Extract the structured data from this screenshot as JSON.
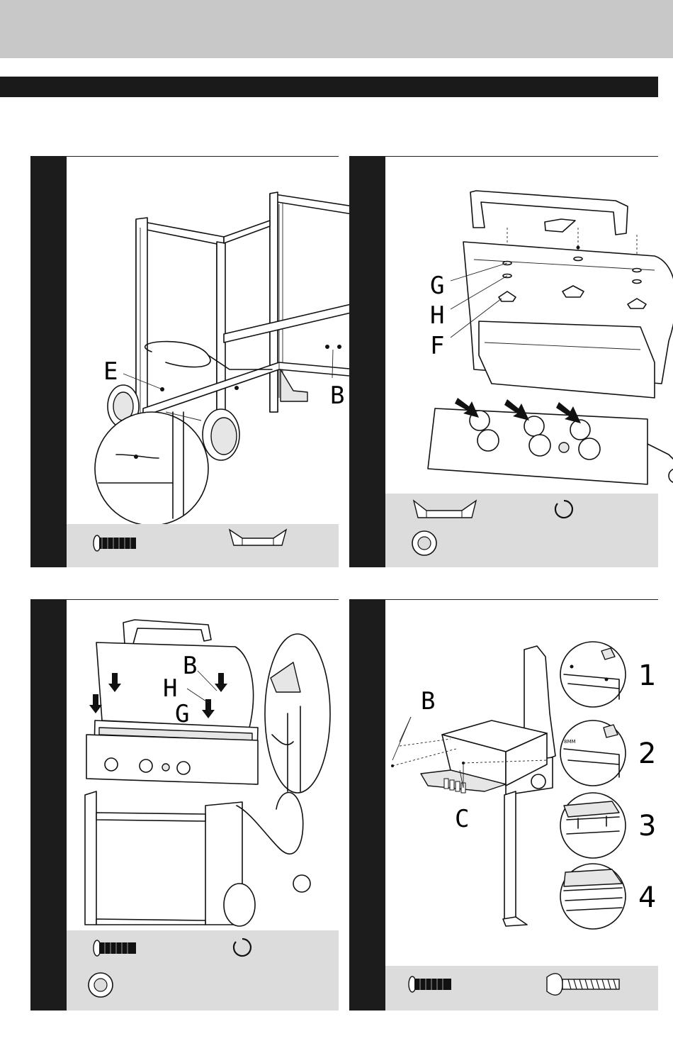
{
  "page": {
    "callouts": {
      "p1_e": "E",
      "p1_b": "B",
      "p2_g": "G",
      "p2_h": "H",
      "p2_f": "F",
      "p3_b": "B",
      "p3_h": "H",
      "p3_g": "G",
      "p4_b": "B",
      "p4_c": "C",
      "p4_step1": "1",
      "p4_step2": "2",
      "p4_step3": "3",
      "p4_step4": "4",
      "p4_bracket_mark": "8MM"
    }
  },
  "parts": {
    "panel1": [
      "bolt-icon",
      "bracket-icon"
    ],
    "panel2": [
      "bracket-icon",
      "spring-washer-icon",
      "flat-washer-icon"
    ],
    "panel3": [
      "bolt-icon",
      "spring-washer-icon",
      "flat-washer-icon"
    ],
    "panel4": [
      "bolt-icon",
      "long-bolt-icon"
    ]
  }
}
